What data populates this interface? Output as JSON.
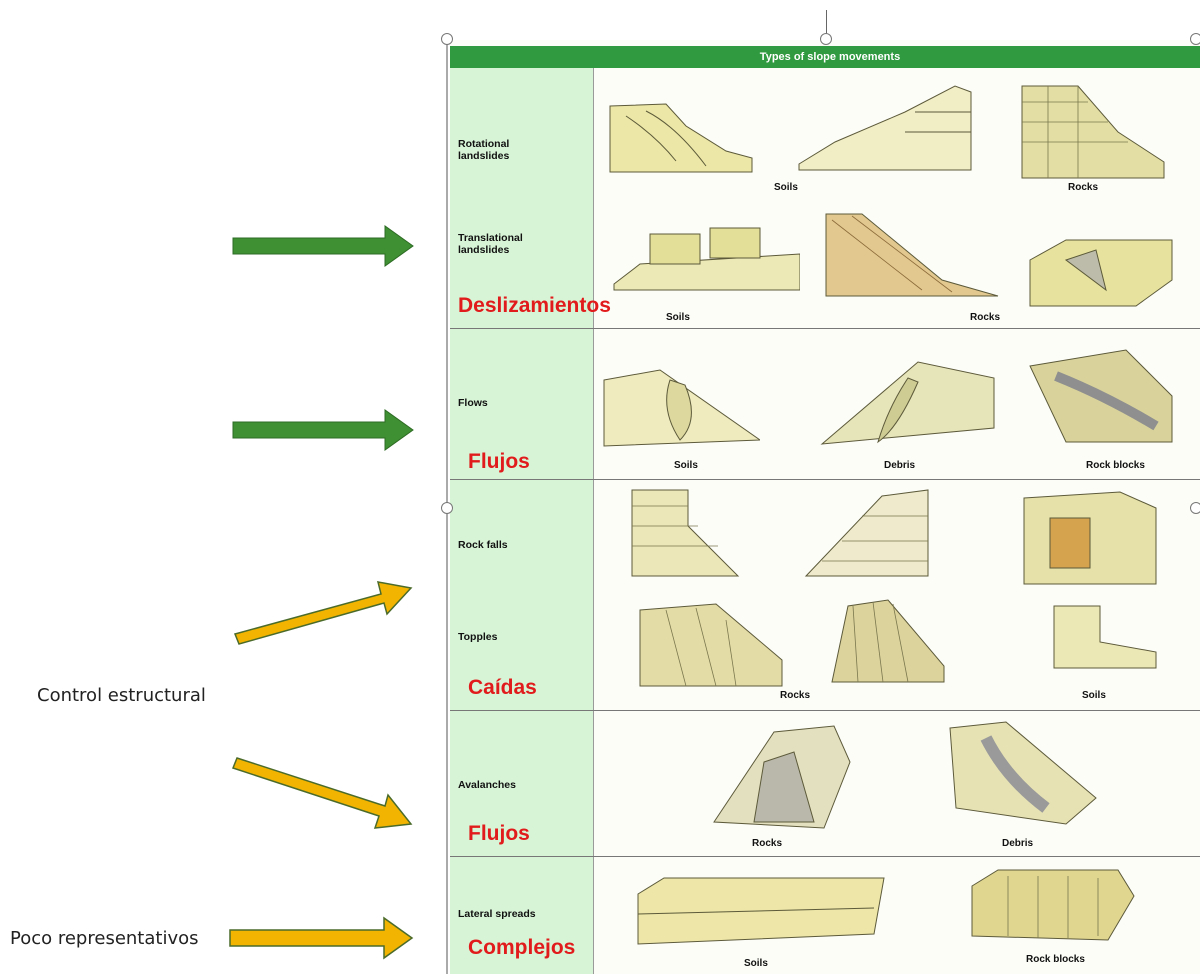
{
  "side_labels": {
    "control": "Control estructural",
    "poco": "Poco representativos"
  },
  "colors": {
    "green_arrow": "#3f8f33",
    "yellow_arrow": "#f2b400",
    "group_red": "#e11b1b",
    "header_green": "#2f9a3f"
  },
  "table": {
    "title": "Types of slope movements",
    "categories": {
      "rotational": "Rotational landslides",
      "translational": "Translational landslides",
      "flows": "Flows",
      "rockfalls": "Rock falls",
      "topples": "Topples",
      "avalanches": "Avalanches",
      "lateral": "Lateral spreads"
    },
    "groups": {
      "deslizamientos": "Deslizamientos",
      "flujos1": "Flujos",
      "caidas": "Caídas",
      "flujos2": "Flujos",
      "complejos": "Complejos"
    },
    "captions": {
      "rot_soils": "Soils",
      "rot_rocks": "Rocks",
      "trans_soils": "Soils",
      "trans_rocks": "Rocks",
      "flow_soils": "Soils",
      "flow_debris": "Debris",
      "flow_rockblocks": "Rock blocks",
      "topple_rocks": "Rocks",
      "topple_soils": "Soils",
      "aval_rocks": "Rocks",
      "aval_debris": "Debris",
      "lat_soils": "Soils",
      "lat_rockblocks": "Rock blocks"
    }
  }
}
